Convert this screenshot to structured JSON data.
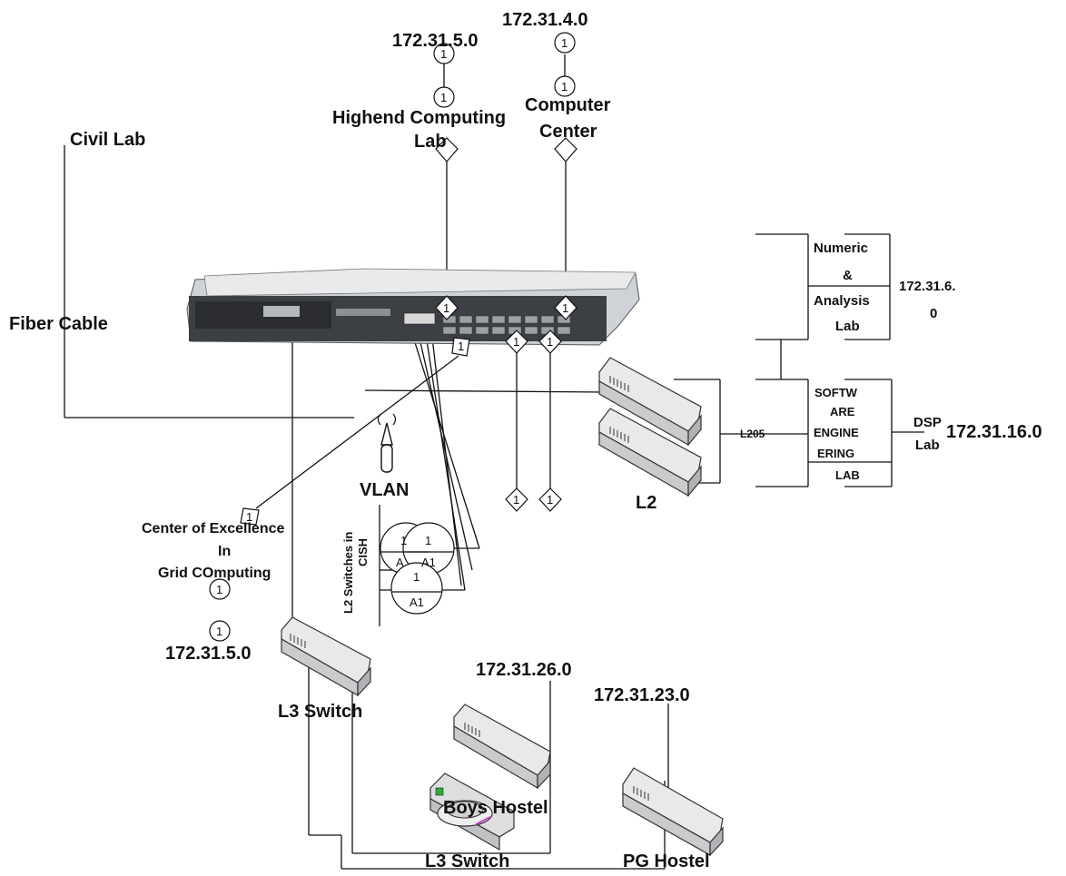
{
  "labels": {
    "net_172_31_5_0_top": "172.31.5.0",
    "net_172_31_4_0": "172.31.4.0",
    "highend_lab_line1": "Highend Computing",
    "highend_lab_line2": "Lab",
    "computer_center_line1": "Computer",
    "computer_center_line2": "Center",
    "civil_lab": "Civil Lab",
    "fiber_cable": "Fiber Cable",
    "numeric_lab_line1": "Numeric",
    "numeric_lab_line2": "&",
    "numeric_lab_line3": "Analysis",
    "numeric_lab_line4": "Lab",
    "net_172_31_6_0_line1": "172.31.6.",
    "net_172_31_6_0_line2": "0",
    "software_line1": "SOFTW",
    "software_line2": "ARE",
    "software_line3": "ENGINE",
    "software_line4": "ERING",
    "software_line5": "LAB",
    "dsp_line1": "DSP",
    "dsp_line2": "Lab",
    "net_172_31_16_0": "172.31.16.0",
    "l205": "L205",
    "l2": "L2",
    "vlan": "VLAN",
    "l2_switches_cish_line1": "L2 Switches in",
    "l2_switches_cish_line2": "CISH",
    "coe_line1": "Center of Excellence",
    "coe_line2": "In",
    "coe_line3": "Grid COmputing",
    "net_172_31_5_0_bottom": "172.31.5.0",
    "l3_switch_left": "L3 Switch",
    "net_172_31_26_0": "172.31.26.0",
    "net_172_31_23_0": "172.31.23.0",
    "boys_hostel": "Boys Hostel",
    "l3_switch_bottom": "L3 Switch",
    "pg_hostel": "PG Hostel"
  },
  "node_markers": {
    "one": "1",
    "a": "A",
    "a1": "A1"
  }
}
